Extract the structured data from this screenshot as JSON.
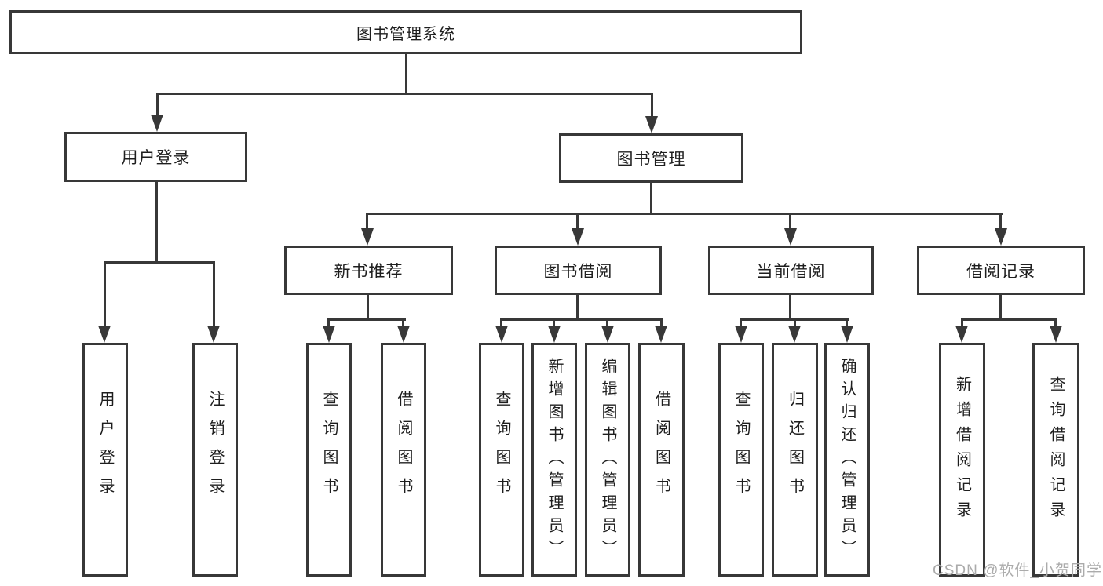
{
  "diagram": {
    "root": {
      "label": "图书管理系统"
    },
    "level2": [
      {
        "label": "用户登录"
      },
      {
        "label": "图书管理"
      }
    ],
    "level3": [
      {
        "label": "新书推荐",
        "parent": "图书管理"
      },
      {
        "label": "图书借阅",
        "parent": "图书管理"
      },
      {
        "label": "当前借阅",
        "parent": "图书管理"
      },
      {
        "label": "借阅记录",
        "parent": "图书管理"
      }
    ],
    "leaves": [
      {
        "label": "用户登录",
        "parent": "用户登录"
      },
      {
        "label": "注销登录",
        "parent": "用户登录"
      },
      {
        "label": "查询图书",
        "parent": "新书推荐"
      },
      {
        "label": "借阅图书",
        "parent": "新书推荐"
      },
      {
        "label": "查询图书",
        "parent": "图书借阅"
      },
      {
        "label": "新增图书（管理员）",
        "parent": "图书借阅"
      },
      {
        "label": "编辑图书（管理员）",
        "parent": "图书借阅"
      },
      {
        "label": "借阅图书",
        "parent": "图书借阅"
      },
      {
        "label": "查询图书",
        "parent": "当前借阅"
      },
      {
        "label": "归还图书",
        "parent": "当前借阅"
      },
      {
        "label": "确认归还（管理员）",
        "parent": "当前借阅"
      },
      {
        "label": "新增借阅记录",
        "parent": "借阅记录"
      },
      {
        "label": "查询借阅记录",
        "parent": "借阅记录"
      }
    ]
  },
  "watermark": {
    "text": "CSDN @软件_小贺同学"
  },
  "colors": {
    "line": "#383838",
    "border": "#383838",
    "text": "#1e1e1e",
    "watermark": "#ababab",
    "background": "#ffffff"
  }
}
